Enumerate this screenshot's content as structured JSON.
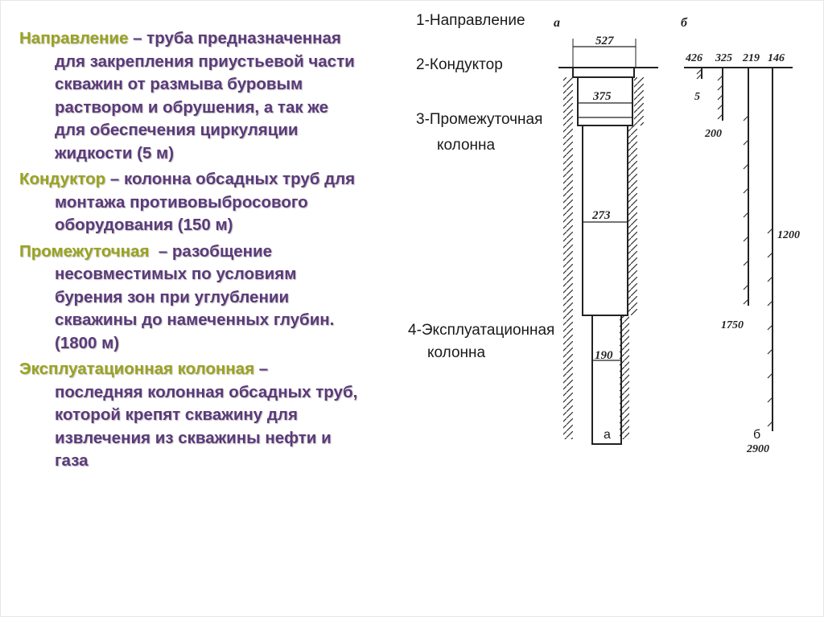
{
  "paragraphs": [
    {
      "term": "Направление",
      "rest_first": " – труба предназначенная",
      "lines": [
        "для закрепления приустьевой части",
        "скважин от размыва буровым",
        "раствором и обрушения, а так же",
        "для обеспечения циркуляции",
        "жидкости (5 м)"
      ]
    },
    {
      "term": "Кондуктор",
      "rest_first": " – колонна обсадных труб для",
      "lines": [
        "монтажа противовыбросового",
        "оборудования (150 м)"
      ]
    },
    {
      "term": "Промежуточная",
      "rest_first": "  – разобщение",
      "lines": [
        "несовместимых по условиям",
        "бурения зон при углублении",
        "скважины до намеченных глубин.",
        "(1800 м)"
      ]
    },
    {
      "term": "Эксплуатационная колонная",
      "rest_first": " –",
      "lines": [
        "последняя колонная обсадных труб,",
        "которой крепят скважину для",
        "извлечения из скважины нефти и",
        "газа"
      ]
    }
  ],
  "legend": {
    "item1": "1-Направление",
    "item2": "2-Кондуктор",
    "item3a": "3-Промежуточная",
    "item3b": "колонна",
    "item4a": "4-Эксплуатационная",
    "item4b": "колонна"
  },
  "diagram_a": {
    "letter": "а",
    "bottom_label": "а",
    "d1": "527",
    "d2": "375",
    "d3": "273",
    "d4": "190"
  },
  "diagram_b": {
    "letter": "б",
    "bottom_label": "б",
    "diameters": [
      "426",
      "325",
      "219",
      "146"
    ],
    "depth1": "5",
    "depth2": "200",
    "depth3": "1200",
    "depth4": "1750",
    "depth5": "2900"
  },
  "colors": {
    "text_purple": "#5b3a7a",
    "term_olive": "#9aa320"
  }
}
